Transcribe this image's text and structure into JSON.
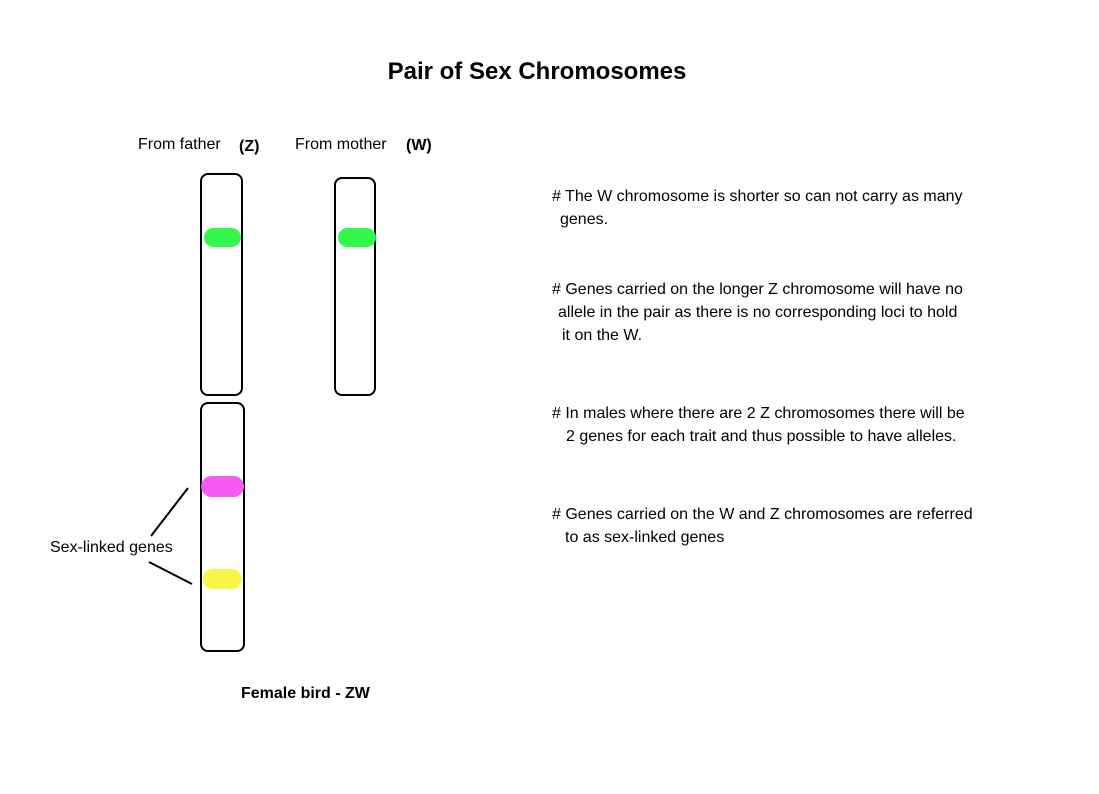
{
  "title": "Pair of Sex Chromosomes",
  "from_father": {
    "label": "From father",
    "code": "(Z)"
  },
  "from_mother": {
    "label": "From mother",
    "code": "(W)"
  },
  "sex_linked_label": "Sex-linked genes",
  "caption": "Female bird - ZW",
  "colors": {
    "green_gene": "#33f74d",
    "magenta_gene": "#f75af2",
    "yellow_gene": "#f9f548"
  },
  "notes": [
    {
      "line1": "# The W chromosome is shorter so can not carry as many",
      "line2": "genes."
    },
    {
      "line1": "# Genes carried on the longer Z chromosome will have no",
      "line2": "allele in the pair as there is no corresponding loci to hold",
      "line3": "it on the W."
    },
    {
      "line1": "# In males where there are 2 Z chromosomes there will be",
      "line2": "2 genes for each trait and thus possible to have alleles."
    },
    {
      "line1": "# Genes carried on the W and Z chromosomes are referred",
      "line2": "to as sex-linked genes"
    }
  ]
}
